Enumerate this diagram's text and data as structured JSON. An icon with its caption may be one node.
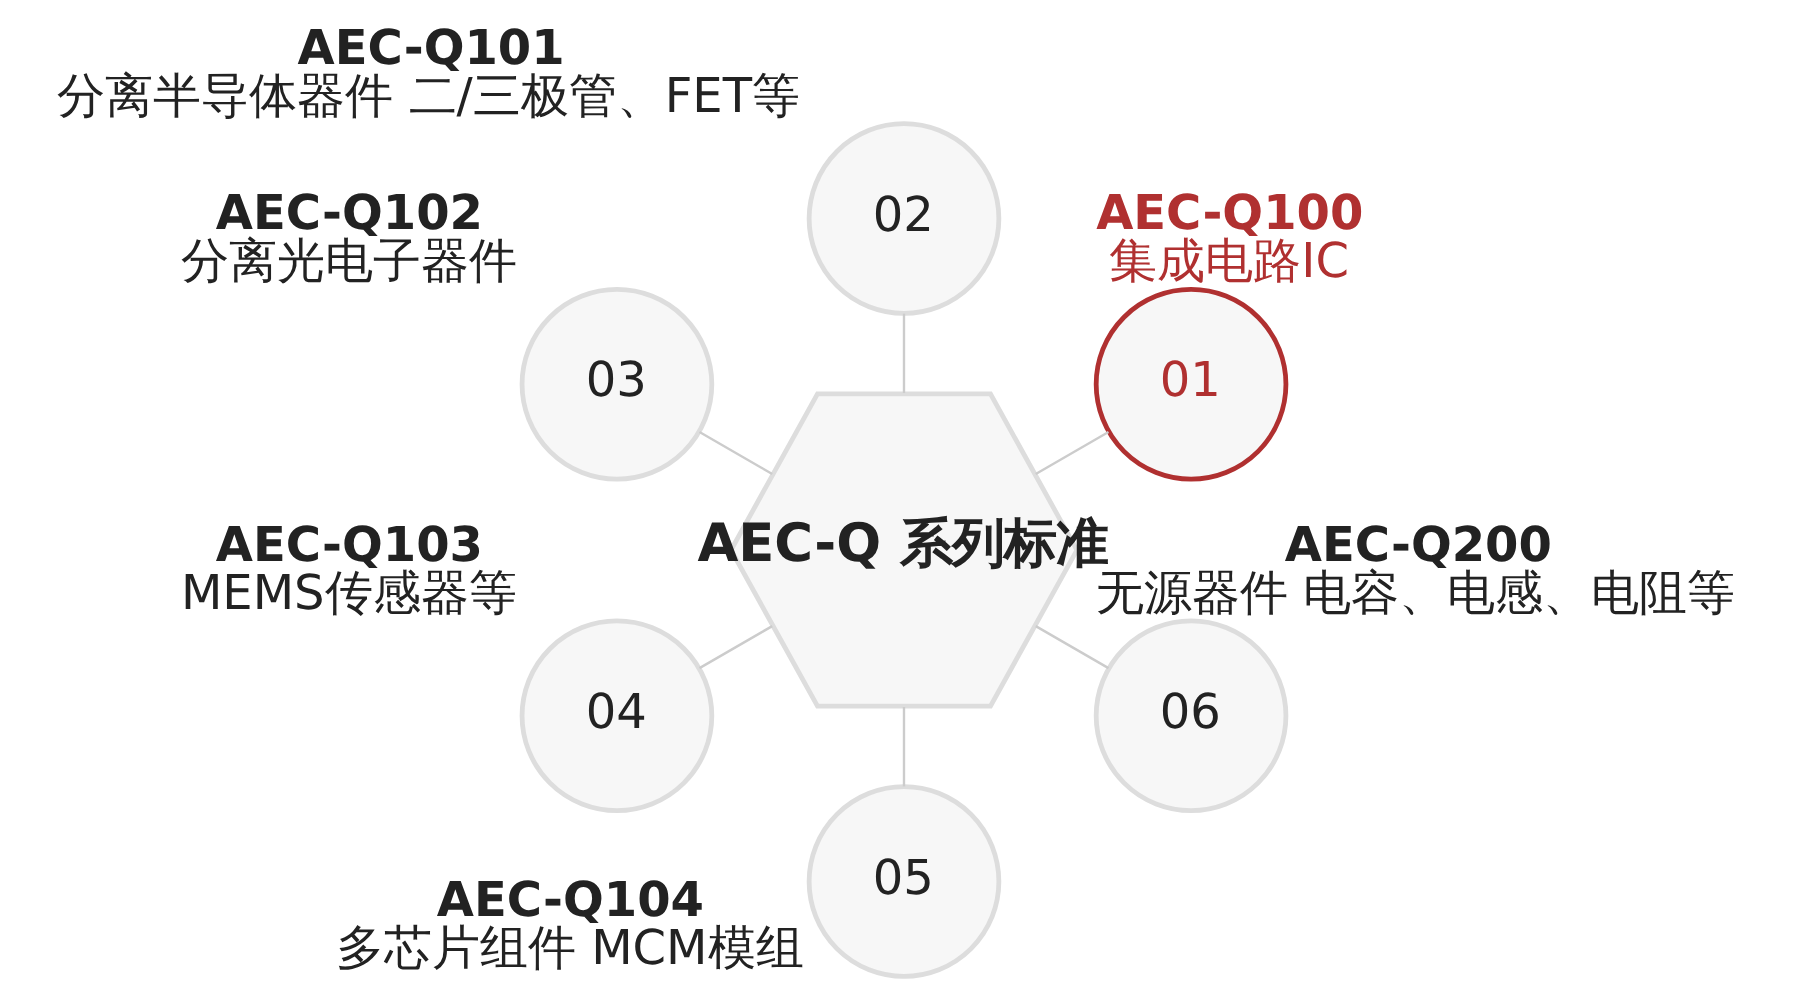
{
  "diagram": {
    "nodes": [
      {
        "text": [
          "AEC-Q 系列标准"
        ]
      },
      {
        "text": [
          "01"
        ],
        "beside": [
          "AEC-Q100",
          "集成电路IC"
        ]
      },
      {
        "text": [
          "02"
        ],
        "beside": [
          "AEC-Q101",
          "分离半导体器件 二/三极管、FET等"
        ]
      },
      {
        "text": [
          "03"
        ],
        "beside": [
          "AEC-Q102",
          "分离光电子器件"
        ]
      },
      {
        "text": [
          "04"
        ],
        "beside": [
          "AEC-Q103",
          "MEMS传感器等"
        ]
      },
      {
        "text": [
          "05"
        ],
        "beside": [
          "AEC-Q104",
          "多芯片组件 MCM模组"
        ]
      },
      {
        "text": [
          "06"
        ],
        "beside": [
          "AEC-Q200",
          "无源器件 电容、电感、电阻等"
        ]
      }
    ],
    "edges": [
      {
        "from": 0,
        "to": 1,
        "arrow": "none"
      },
      {
        "from": 0,
        "to": 6,
        "arrow": "none"
      },
      {
        "from": 0,
        "to": 5,
        "arrow": "none"
      },
      {
        "from": 0,
        "to": 4,
        "arrow": "none"
      },
      {
        "from": 0,
        "to": 3,
        "arrow": "none"
      },
      {
        "from": 0,
        "to": 2,
        "arrow": "none"
      }
    ]
  }
}
